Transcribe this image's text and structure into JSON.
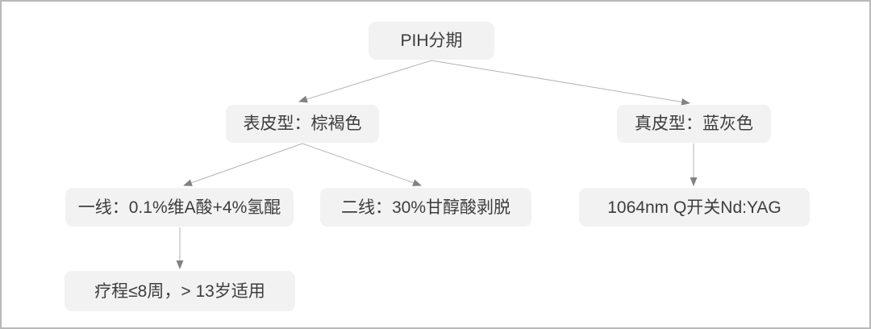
{
  "diagram": {
    "type": "flowchart",
    "nodes": [
      {
        "id": "root",
        "label": "PIH分期"
      },
      {
        "id": "epidermal",
        "label": "表皮型：棕褐色"
      },
      {
        "id": "dermal",
        "label": "真皮型：蓝灰色"
      },
      {
        "id": "first_line",
        "label": "一线：0.1%维A酸+4%氢醌"
      },
      {
        "id": "second_line",
        "label": "二线：30%甘醇酸剥脱"
      },
      {
        "id": "laser",
        "label": "1064nm Q开关Nd:YAG"
      },
      {
        "id": "course",
        "label": "疗程≤8周，> 13岁适用"
      }
    ],
    "edges": [
      {
        "from": "root",
        "to": "epidermal"
      },
      {
        "from": "root",
        "to": "dermal"
      },
      {
        "from": "epidermal",
        "to": "first_line"
      },
      {
        "from": "epidermal",
        "to": "second_line"
      },
      {
        "from": "dermal",
        "to": "laser"
      },
      {
        "from": "first_line",
        "to": "course"
      }
    ],
    "colors": {
      "background": "#ffffff",
      "node_bg": "#f2f2f2",
      "node_text": "#3d3d3d",
      "edge_line": "#b3b3b3",
      "arrowhead": "#828282",
      "canvas_border": "#b9b9b9"
    }
  }
}
